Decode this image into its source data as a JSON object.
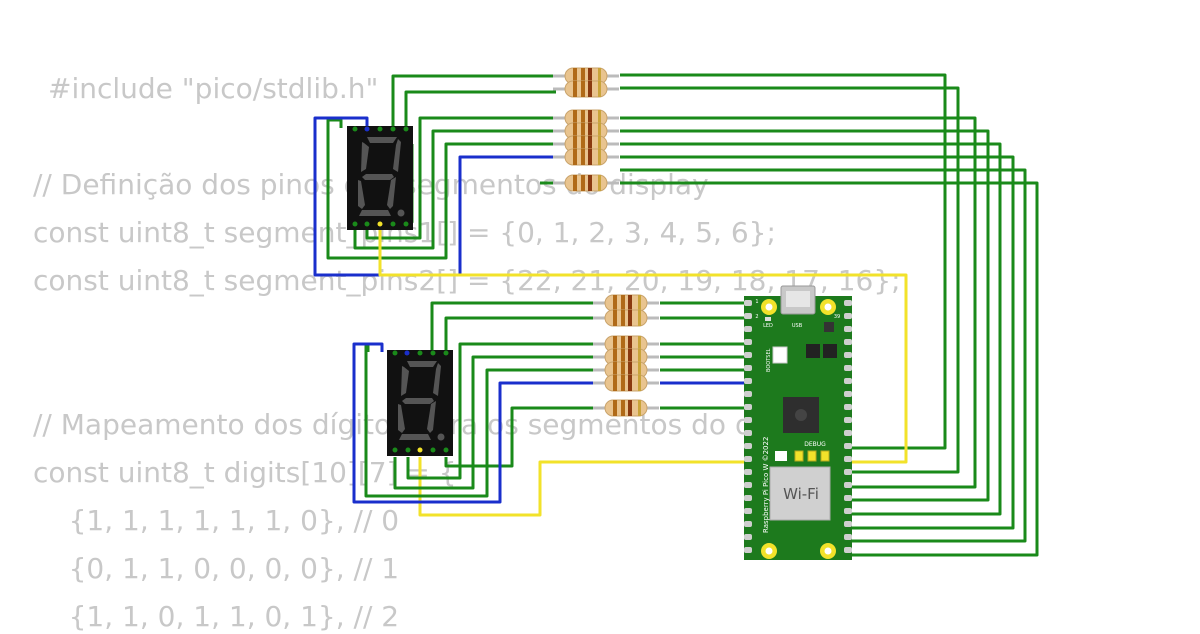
{
  "code_lines": [
    "#include \"pico/stdlib.h\"",
    "// Definição dos pinos dos segmentos do display",
    "const uint8_t segment_pins1[] = {0, 1, 2, 3, 4, 5, 6};",
    "const uint8_t segment_pins2[] = {22, 21, 20, 19, 18, 17, 16};",
    "// Mapeamento dos dígitos para os segmentos do display",
    "const uint8_t digits[10][7] = {",
    "    {1, 1, 1, 1, 1, 1, 0}, // 0",
    "    {0, 1, 1, 0, 0, 0, 0}, // 1",
    "    {1, 1, 0, 1, 1, 0, 1}, // 2"
  ],
  "board": {
    "name": "Raspberry Pi Pico W ©2022",
    "wifi_label": "Wi-Fi",
    "debug_label": "DEBUG",
    "usb_label": "USB",
    "led_label": "LED",
    "bootsel_label": "BOOTSEL",
    "pin1_label": "1",
    "pin2_label": "2",
    "pin39_label": "39"
  },
  "colors": {
    "wire_green": "#1a8a1a",
    "wire_blue": "#1a2fcc",
    "wire_yellow": "#f2e22a",
    "pcb": "#1d7a1d"
  }
}
